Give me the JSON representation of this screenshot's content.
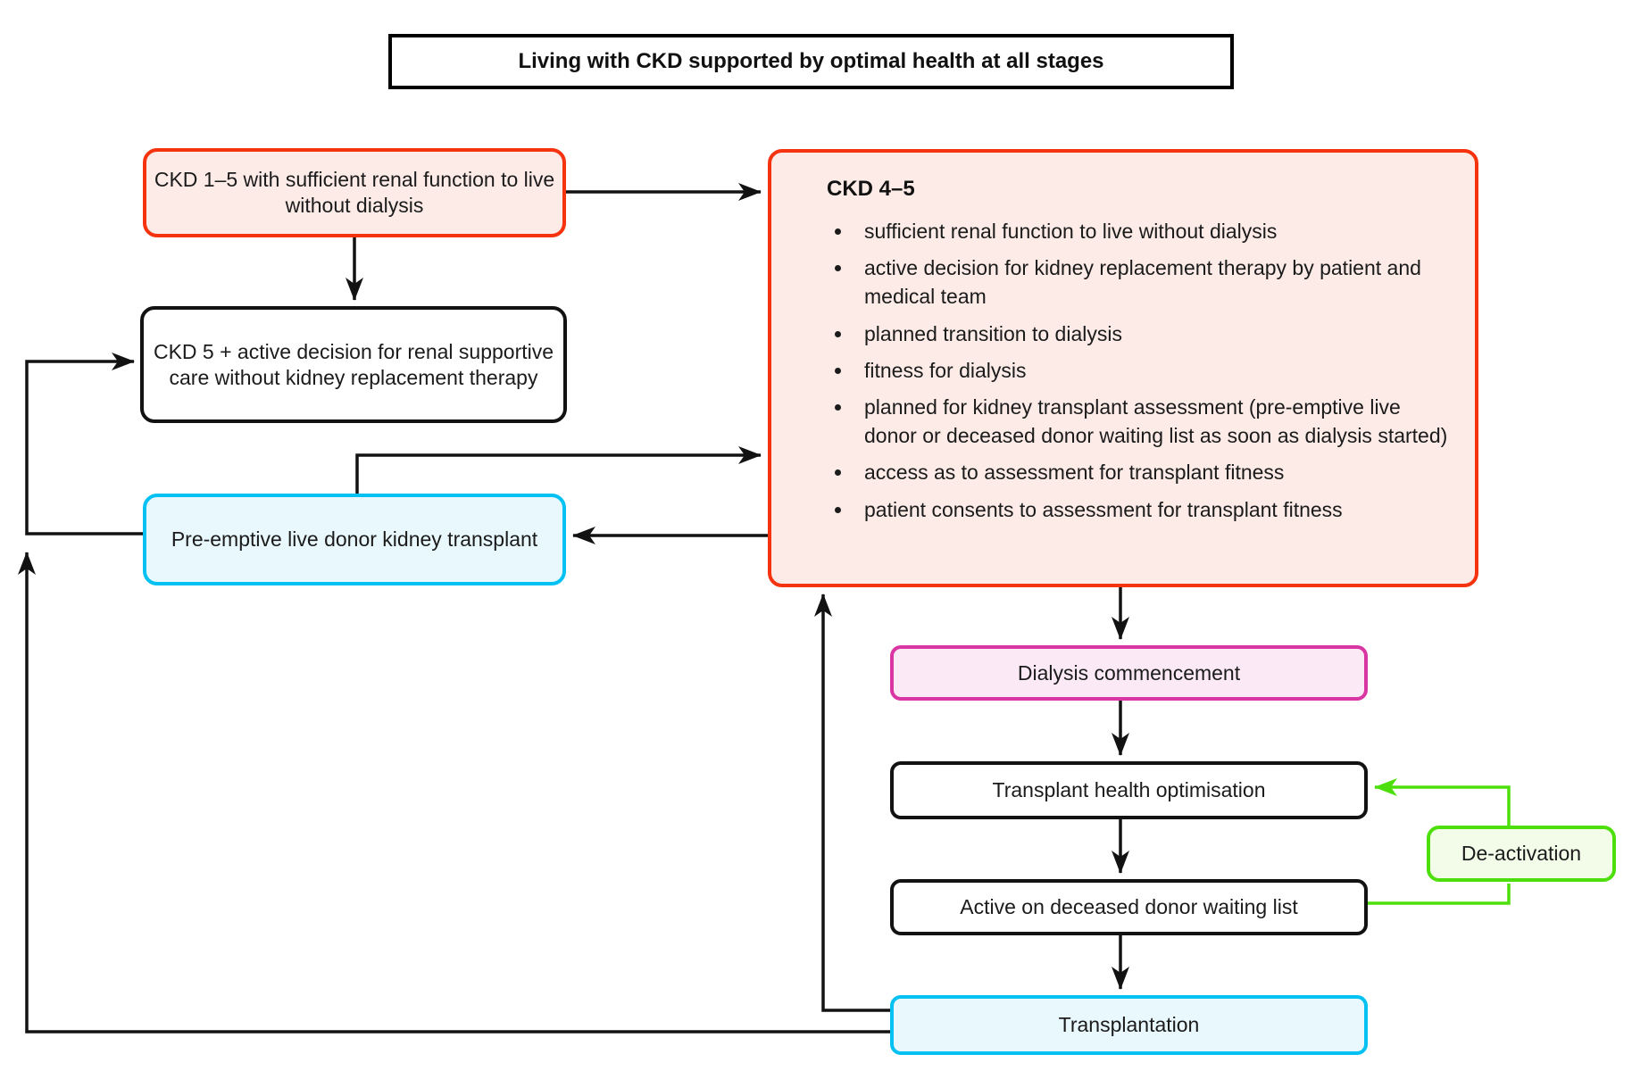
{
  "title": "Living with CKD supported by optimal health at all stages",
  "boxes": {
    "ckd15": {
      "text": "CKD 1–5 with sufficient renal function to live without dialysis"
    },
    "ckd5_supportive": {
      "text": "CKD 5 + active decision for renal supportive care without kidney replacement therapy"
    },
    "preemptive": {
      "text": "Pre-emptive live donor kidney transplant"
    },
    "ckd45": {
      "heading": "CKD 4–5",
      "bullets": [
        "sufficient renal function to live without dialysis",
        "active decision for kidney replacement therapy by patient and medical team",
        "planned transition to dialysis",
        "fitness for dialysis",
        "planned for kidney  transplant assessment (pre-emptive  live donor or deceased donor waiting list as soon as dialysis started)",
        "access as to assessment for transplant fitness",
        "patient consents to assessment for transplant fitness"
      ]
    },
    "dialysis": {
      "text": "Dialysis commencement"
    },
    "optimisation": {
      "text": "Transplant health optimisation"
    },
    "waitlist": {
      "text": "Active on deceased donor waiting list"
    },
    "transplantation": {
      "text": "Transplantation"
    },
    "deactivation": {
      "text": "De-activation"
    }
  },
  "colors": {
    "red_border": "#f5330f",
    "red_fill": "#fcebe7",
    "cyan_border": "#03c1f2",
    "cyan_fill": "#e9f8fd",
    "magenta_border": "#d936a3",
    "magenta_fill": "#fbeaf6",
    "green_border": "#4ddf0b",
    "green_fill": "#f3fce9",
    "line_black": "#121212"
  }
}
